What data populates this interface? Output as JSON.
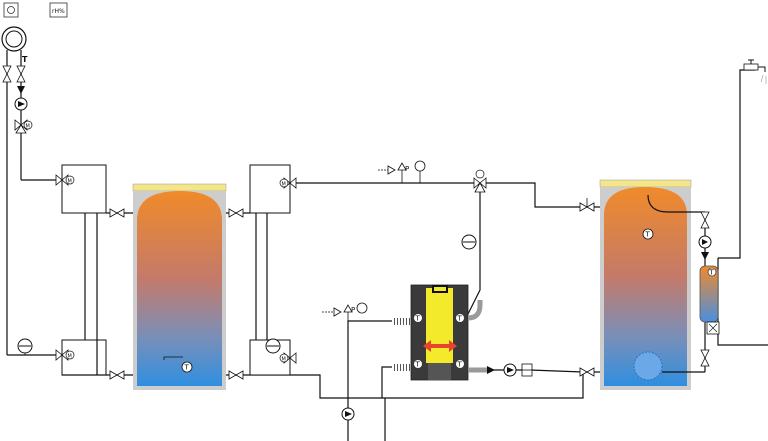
{
  "labels": {
    "temp_sensor": "T",
    "pressure": "P",
    "mixer": "M",
    "humidity": "rH%"
  },
  "colors": {
    "tank_hot": "#f08a2a",
    "tank_cold": "#2f8fe0",
    "tank_shell": "#cdcdcd",
    "tank_cap": "#f2e58a",
    "boiler_body": "#3a3a3a",
    "boiler_panel": "#f2ea2a",
    "heat_arrow": "#e5452b",
    "hx_pipe": "#9a9a9a"
  },
  "icons": [
    "room-sensor-icon",
    "humidity-sensor-icon",
    "outdoor-unit-icon",
    "faucet-icon",
    "pump-icon",
    "valve-icon",
    "three-way-valve-icon",
    "pressure-gauge-icon",
    "safety-valve-icon",
    "thermometer-icon",
    "expansion-vessel-icon"
  ]
}
